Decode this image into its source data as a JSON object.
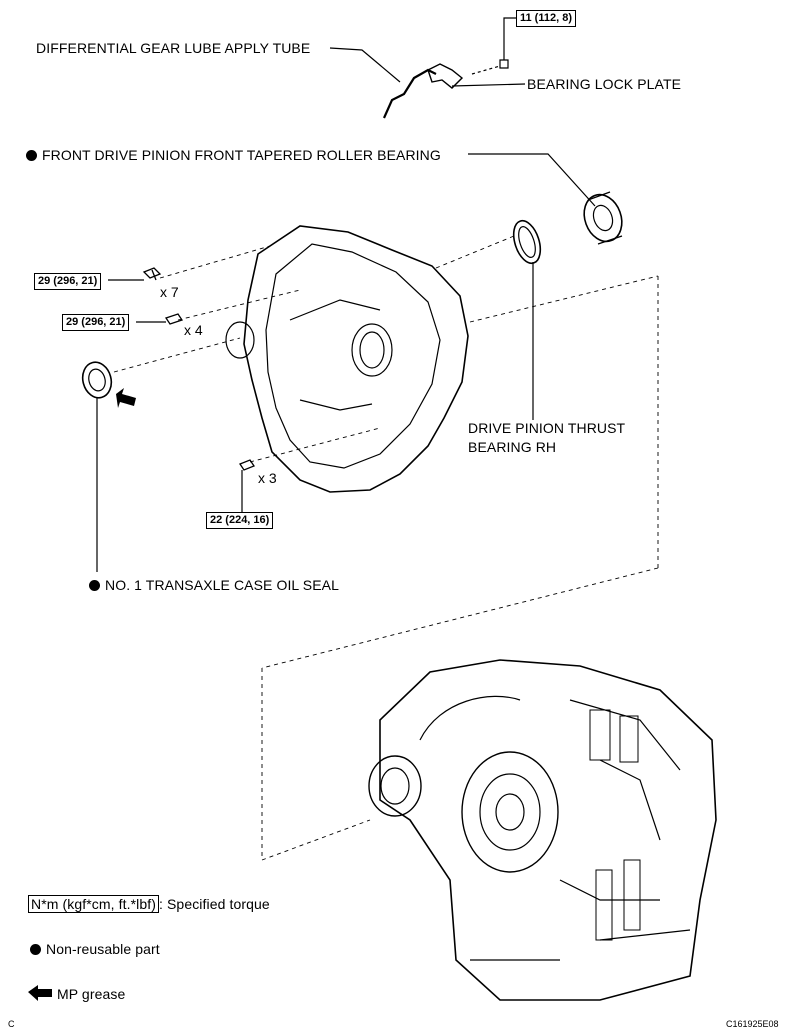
{
  "labels": {
    "lube_tube": "DIFFERENTIAL GEAR LUBE APPLY TUBE",
    "bearing_lock_plate": "BEARING LOCK PLATE",
    "front_bearing": "FRONT DRIVE PINION FRONT TAPERED ROLLER BEARING",
    "thrust_bearing_line1": "DRIVE PINION THRUST",
    "thrust_bearing_line2": "BEARING RH",
    "oil_seal": "NO. 1 TRANSAXLE CASE OIL SEAL"
  },
  "torque": {
    "lock_plate": "11 (112, 8)",
    "bolts_x7": "29 (296, 21)",
    "bolts_x4": "29 (296, 21)",
    "bolts_x3": "22 (224, 16)"
  },
  "multipliers": {
    "x7": "x 7",
    "x4": "x 4",
    "x3": "x 3"
  },
  "legend": {
    "torque_box": "N*m (kgf*cm, ft.*lbf)",
    "torque_text": ": Specified torque",
    "nonreusable": "Non-reusable part",
    "grease": "MP grease"
  },
  "footer": {
    "page_letter": "C",
    "figure_code": "C161925E08"
  }
}
